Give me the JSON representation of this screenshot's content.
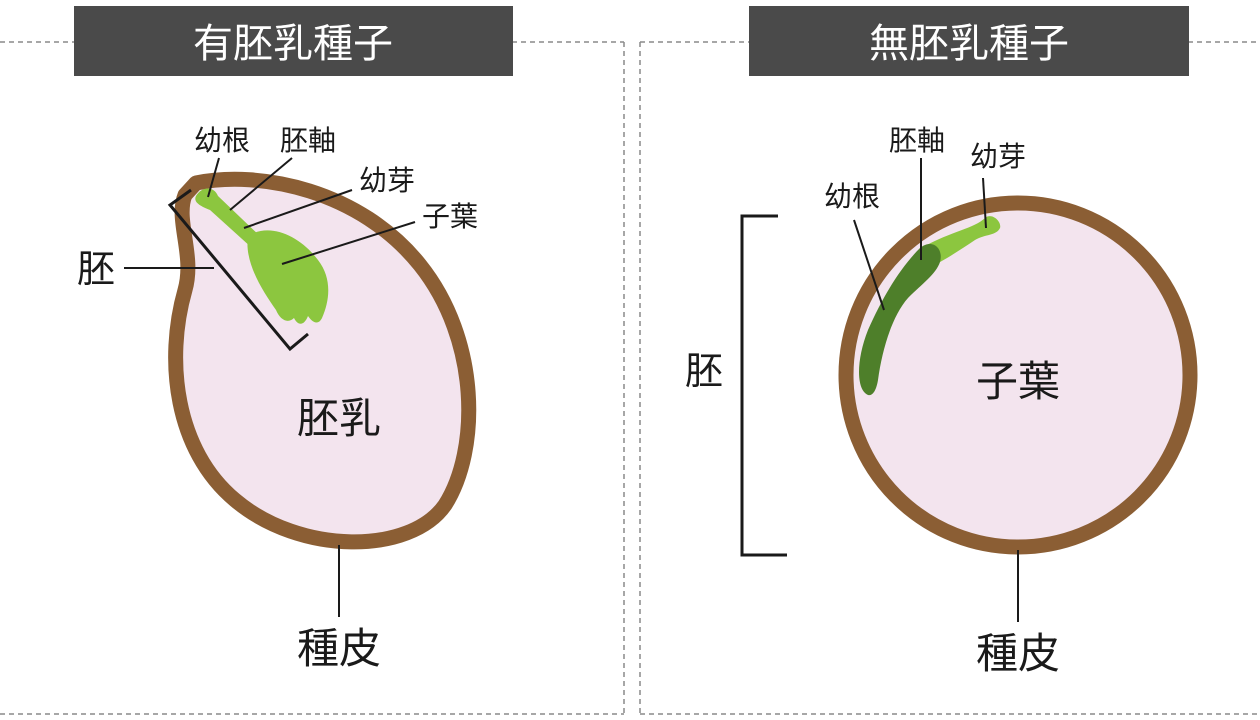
{
  "colors": {
    "title_bg": "#4a4a4a",
    "seed_coat": "#8b5e34",
    "seed_fill": "#f3e4ee",
    "embryo_light": "#8cc63f",
    "embryo_dark": "#4e7f2a"
  },
  "left_panel": {
    "title": "有胚乳種子",
    "labels": {
      "radicle": "幼根",
      "hypocotyl": "胚軸",
      "plumule": "幼芽",
      "cotyledon": "子葉",
      "embryo": "胚",
      "endosperm": "胚乳",
      "seed_coat": "種皮"
    }
  },
  "right_panel": {
    "title": "無胚乳種子",
    "labels": {
      "hypocotyl": "胚軸",
      "plumule": "幼芽",
      "radicle": "幼根",
      "embryo": "胚",
      "cotyledon": "子葉",
      "seed_coat": "種皮"
    }
  }
}
